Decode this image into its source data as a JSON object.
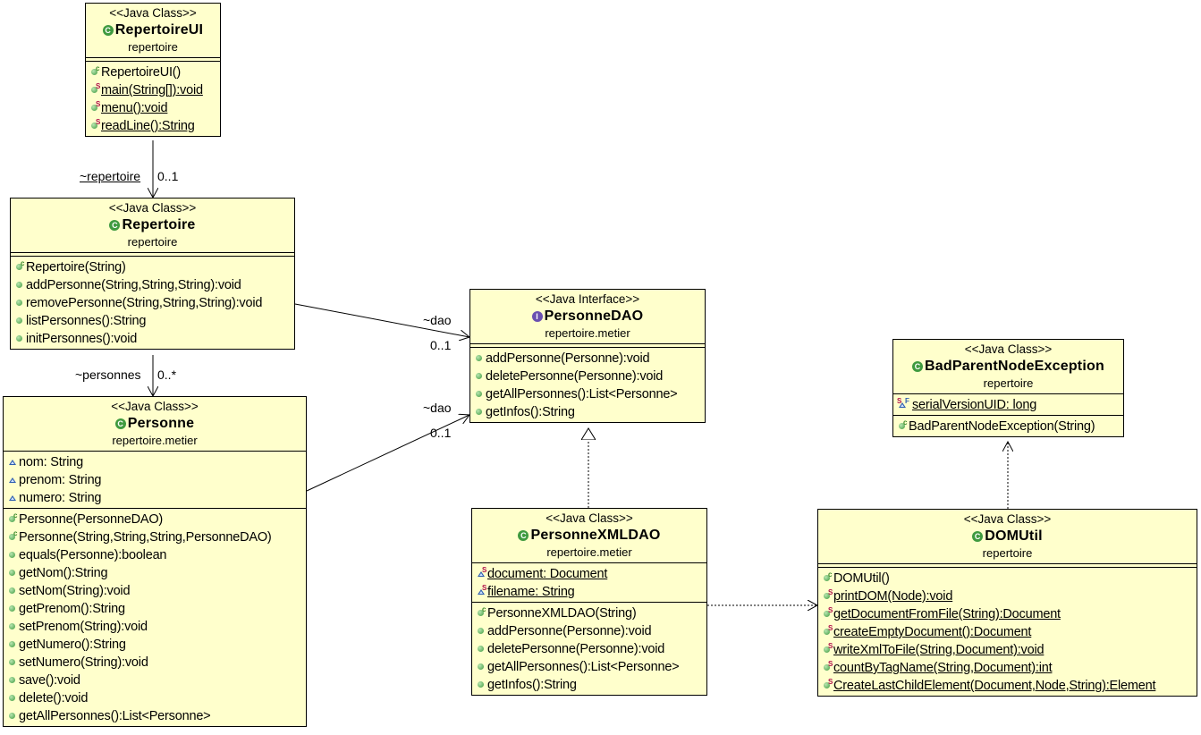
{
  "classes": {
    "repertoire_ui": {
      "stereotype": "<<Java Class>>",
      "badge": "C",
      "name": "RepertoireUI",
      "package": "repertoire",
      "attributes": [],
      "operations": [
        {
          "text": "RepertoireUI()",
          "icon": "constructor",
          "static": false
        },
        {
          "text": "main(String[]):void",
          "icon": "static",
          "static": true
        },
        {
          "text": "menu():void",
          "icon": "static",
          "static": true
        },
        {
          "text": "readLine():String",
          "icon": "static",
          "static": true
        }
      ]
    },
    "repertoire": {
      "stereotype": "<<Java Class>>",
      "badge": "C",
      "name": "Repertoire",
      "package": "repertoire",
      "attributes": [],
      "operations": [
        {
          "text": "Repertoire(String)",
          "icon": "constructor",
          "static": false
        },
        {
          "text": "addPersonne(String,String,String):void",
          "icon": "public",
          "static": false
        },
        {
          "text": "removePersonne(String,String,String):void",
          "icon": "public",
          "static": false
        },
        {
          "text": "listPersonnes():String",
          "icon": "public",
          "static": false
        },
        {
          "text": "initPersonnes():void",
          "icon": "public",
          "static": false
        }
      ]
    },
    "personne": {
      "stereotype": "<<Java Class>>",
      "badge": "C",
      "name": "Personne",
      "package": "repertoire.metier",
      "attributes": [
        {
          "text": "nom: String",
          "icon": "package-field",
          "static": false
        },
        {
          "text": "prenom: String",
          "icon": "package-field",
          "static": false
        },
        {
          "text": "numero: String",
          "icon": "package-field",
          "static": false
        }
      ],
      "operations": [
        {
          "text": "Personne(PersonneDAO)",
          "icon": "constructor",
          "static": false
        },
        {
          "text": "Personne(String,String,String,PersonneDAO)",
          "icon": "constructor",
          "static": false
        },
        {
          "text": "equals(Personne):boolean",
          "icon": "public",
          "static": false
        },
        {
          "text": "getNom():String",
          "icon": "public",
          "static": false
        },
        {
          "text": "setNom(String):void",
          "icon": "public",
          "static": false
        },
        {
          "text": "getPrenom():String",
          "icon": "public",
          "static": false
        },
        {
          "text": "setPrenom(String):void",
          "icon": "public",
          "static": false
        },
        {
          "text": "getNumero():String",
          "icon": "public",
          "static": false
        },
        {
          "text": "setNumero(String):void",
          "icon": "public",
          "static": false
        },
        {
          "text": "save():void",
          "icon": "public",
          "static": false
        },
        {
          "text": "delete():void",
          "icon": "public",
          "static": false
        },
        {
          "text": "getAllPersonnes():List<Personne>",
          "icon": "public",
          "static": false
        }
      ]
    },
    "personne_dao": {
      "stereotype": "<<Java Interface>>",
      "badge": "I",
      "name": "PersonneDAO",
      "package": "repertoire.metier",
      "attributes": [],
      "operations": [
        {
          "text": "addPersonne(Personne):void",
          "icon": "public",
          "static": false
        },
        {
          "text": "deletePersonne(Personne):void",
          "icon": "public",
          "static": false
        },
        {
          "text": "getAllPersonnes():List<Personne>",
          "icon": "public",
          "static": false
        },
        {
          "text": "getInfos():String",
          "icon": "public",
          "static": false
        }
      ]
    },
    "personne_xml_dao": {
      "stereotype": "<<Java Class>>",
      "badge": "C",
      "name": "PersonneXMLDAO",
      "package": "repertoire.metier",
      "attributes": [
        {
          "text": "document: Document",
          "icon": "static-package-field",
          "static": true
        },
        {
          "text": "filename: String",
          "icon": "static-package-field",
          "static": true
        }
      ],
      "operations": [
        {
          "text": "PersonneXMLDAO(String)",
          "icon": "constructor",
          "static": false
        },
        {
          "text": "addPersonne(Personne):void",
          "icon": "public",
          "static": false
        },
        {
          "text": "deletePersonne(Personne):void",
          "icon": "public",
          "static": false
        },
        {
          "text": "getAllPersonnes():List<Personne>",
          "icon": "public",
          "static": false
        },
        {
          "text": "getInfos():String",
          "icon": "public",
          "static": false
        }
      ]
    },
    "bad_parent_node_exception": {
      "stereotype": "<<Java Class>>",
      "badge": "C",
      "name": "BadParentNodeException",
      "package": "repertoire",
      "attributes": [
        {
          "text": "serialVersionUID: long",
          "icon": "static-final-field",
          "static": true
        }
      ],
      "operations": [
        {
          "text": "BadParentNodeException(String)",
          "icon": "constructor",
          "static": false
        }
      ]
    },
    "dom_util": {
      "stereotype": "<<Java Class>>",
      "badge": "C",
      "name": "DOMUtil",
      "package": "repertoire",
      "attributes": [],
      "operations": [
        {
          "text": "DOMUtil()",
          "icon": "constructor",
          "static": false
        },
        {
          "text": "printDOM(Node):void",
          "icon": "static",
          "static": true
        },
        {
          "text": "getDocumentFromFile(String):Document",
          "icon": "static",
          "static": true
        },
        {
          "text": "createEmptyDocument():Document",
          "icon": "static",
          "static": true
        },
        {
          "text": "writeXmlToFile(String,Document):void",
          "icon": "static",
          "static": true
        },
        {
          "text": "countByTagName(String,Document):int",
          "icon": "static",
          "static": true
        },
        {
          "text": "CreateLastChildElement(Document,Node,String):Element",
          "icon": "static",
          "static": true
        }
      ]
    }
  },
  "relations": {
    "ui_to_repertoire": {
      "role": "~repertoire",
      "multiplicity": "0..1",
      "kind": "association"
    },
    "repertoire_to_personne": {
      "role": "~personnes",
      "multiplicity": "0..*",
      "kind": "association"
    },
    "repertoire_to_dao": {
      "role": "~dao",
      "multiplicity": "0..1",
      "kind": "association"
    },
    "personne_to_dao": {
      "role": "~dao",
      "multiplicity": "0..1",
      "kind": "association"
    },
    "xmldao_implements_dao": {
      "kind": "realization"
    },
    "xmldao_uses_domutil": {
      "kind": "dependency"
    },
    "domutil_uses_exception": {
      "kind": "dependency"
    }
  },
  "icon_legend": {
    "class_badge": "green circle C",
    "interface_badge": "purple circle I",
    "public": "green dot",
    "constructor": "green dot with C superscript",
    "static": "green dot with S superscript",
    "package-field": "blue triangle",
    "static-package-field": "blue triangle with S superscript",
    "static-final-field": "blue triangle with S and F superscripts"
  }
}
